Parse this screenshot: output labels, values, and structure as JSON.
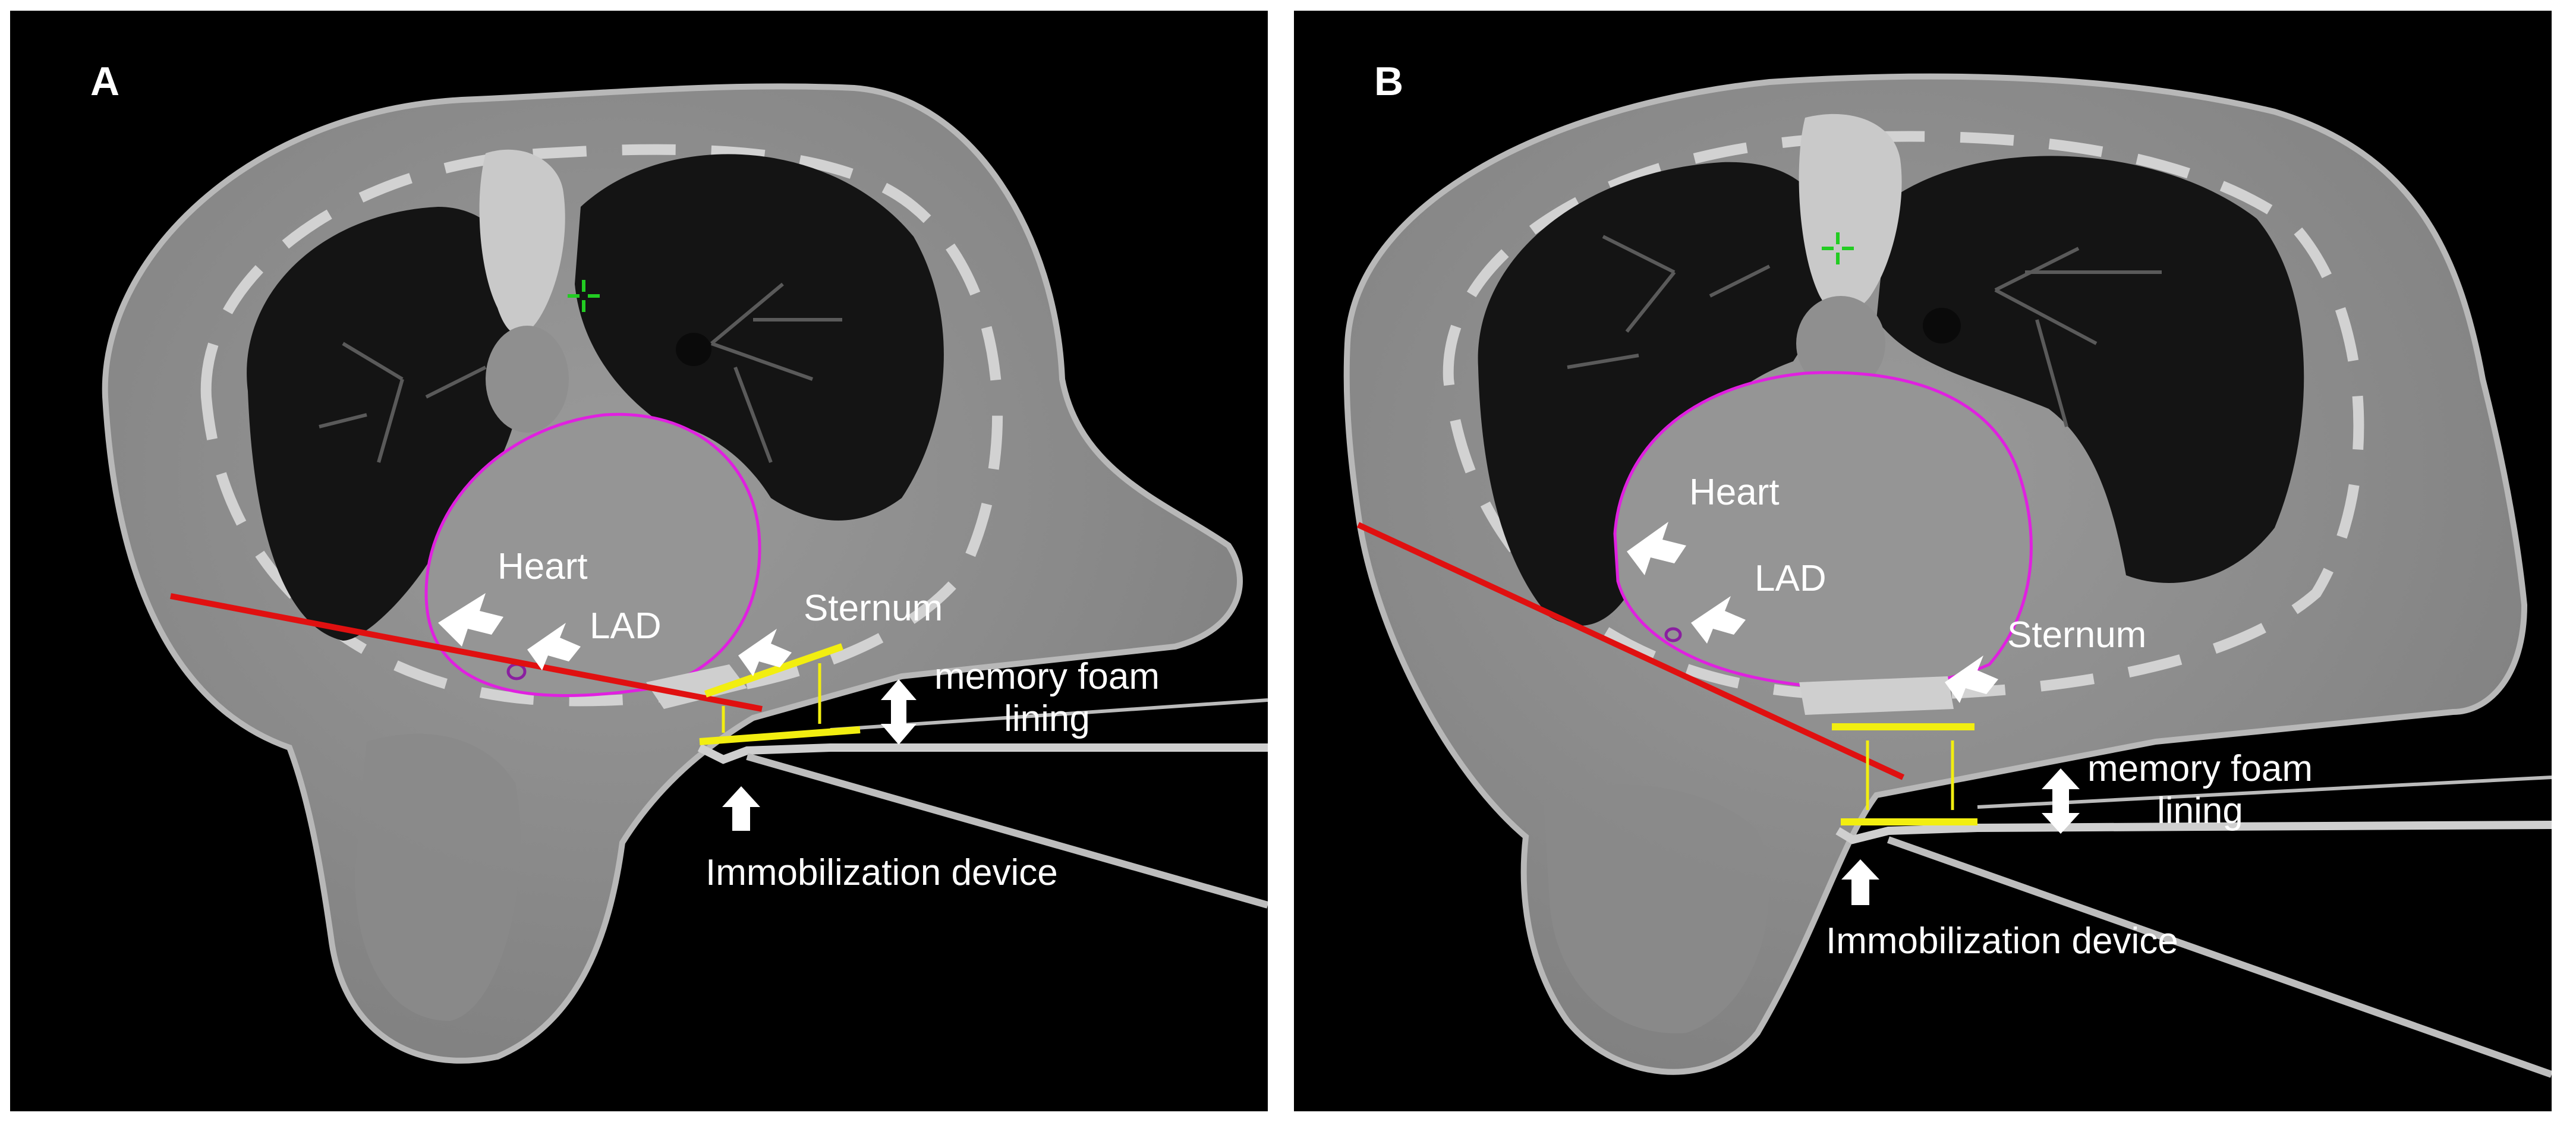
{
  "panels": [
    {
      "label": "A",
      "annotations": {
        "heart": "Heart",
        "lad": "LAD",
        "sternum": "Sternum",
        "foam_line1": "memory foam",
        "foam_line2": "lining",
        "device": "Immobilization device"
      }
    },
    {
      "label": "B",
      "annotations": {
        "heart": "Heart",
        "lad": "LAD",
        "sternum": "Sternum",
        "foam_line1": "memory foam",
        "foam_line2": "lining",
        "device": "Immobilization device"
      }
    }
  ],
  "colors": {
    "heart_contour": "#e020e0",
    "lad_contour": "#8a1fa0",
    "red_line": "#e01010",
    "yellow_markers": "#f2ee10",
    "crosshair": "#22cc22",
    "tissue": "#8e8e8e",
    "lung": "#161616",
    "background": "#000000"
  }
}
